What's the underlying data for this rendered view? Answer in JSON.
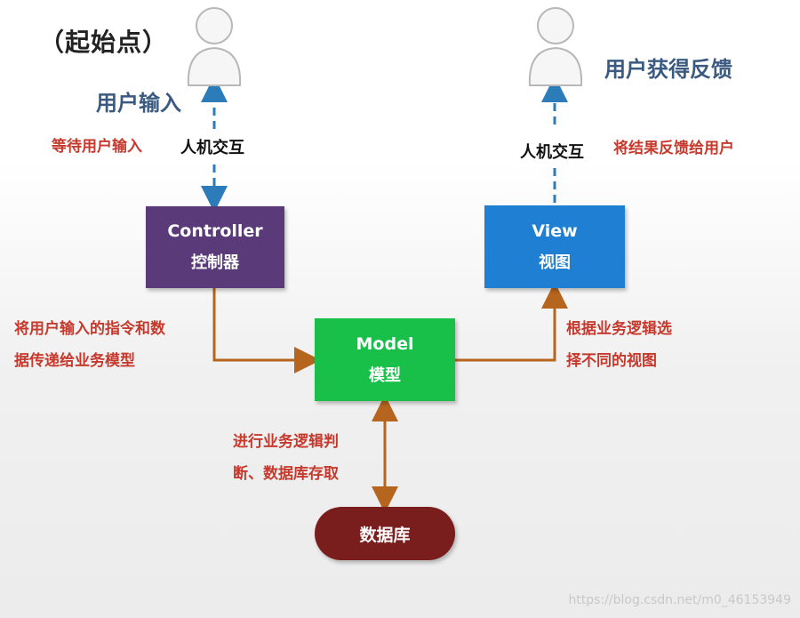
{
  "start_label": "（起始点）",
  "user_input_label": "用户输入",
  "user_feedback_label": "用户获得反馈",
  "hci_left": "人机交互",
  "hci_right": "人机交互",
  "wait_input_note": "等待用户输入",
  "feedback_note": "将结果反馈给用户",
  "controller": {
    "en": "Controller",
    "cn": "控制器"
  },
  "view": {
    "en": "View",
    "cn": "视图"
  },
  "model": {
    "en": "Model",
    "cn": "模型"
  },
  "database": {
    "cn": "数据库"
  },
  "controller_to_model_note": [
    "将用户输入的指令和数",
    "据传递给业务模型"
  ],
  "model_to_view_note": [
    "根据业务逻辑选",
    "择不同的视图"
  ],
  "model_db_note": [
    "进行业务逻辑判",
    "断、数据库存取"
  ],
  "watermark": "https://blog.csdn.net/m0_46153949",
  "colors": {
    "controller": "#5a3a78",
    "view": "#1f7fd2",
    "model": "#18c04a",
    "database": "#7a1d1d",
    "arrow_brown": "#b5651d",
    "arrow_blue": "#2b7cb8",
    "red_text": "#c63a2e"
  }
}
